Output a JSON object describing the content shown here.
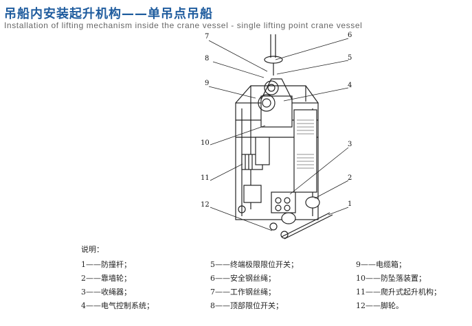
{
  "title_cn": "吊船内安装起升机构——单吊点吊船",
  "title_en": "Installation of lifting mechanism inside the crane vessel - single lifting point crane vessel",
  "callouts": [
    "7",
    "6",
    "8",
    "5",
    "9",
    "4",
    "10",
    "3",
    "11",
    "2",
    "12",
    "1"
  ],
  "legend_title": "说明：",
  "legend": [
    "1——防撞杆；",
    "2——靠墙轮；",
    "3——收绳器；",
    "4——电气控制系统；",
    "5——终端极限限位开关；",
    "6——安全钢丝绳；",
    "7——工作钢丝绳；",
    "8——顶部限位开关；",
    "9——电缆箱；",
    "10——防坠落装置；",
    "11——爬升式起升机构；",
    "12——脚轮。"
  ]
}
